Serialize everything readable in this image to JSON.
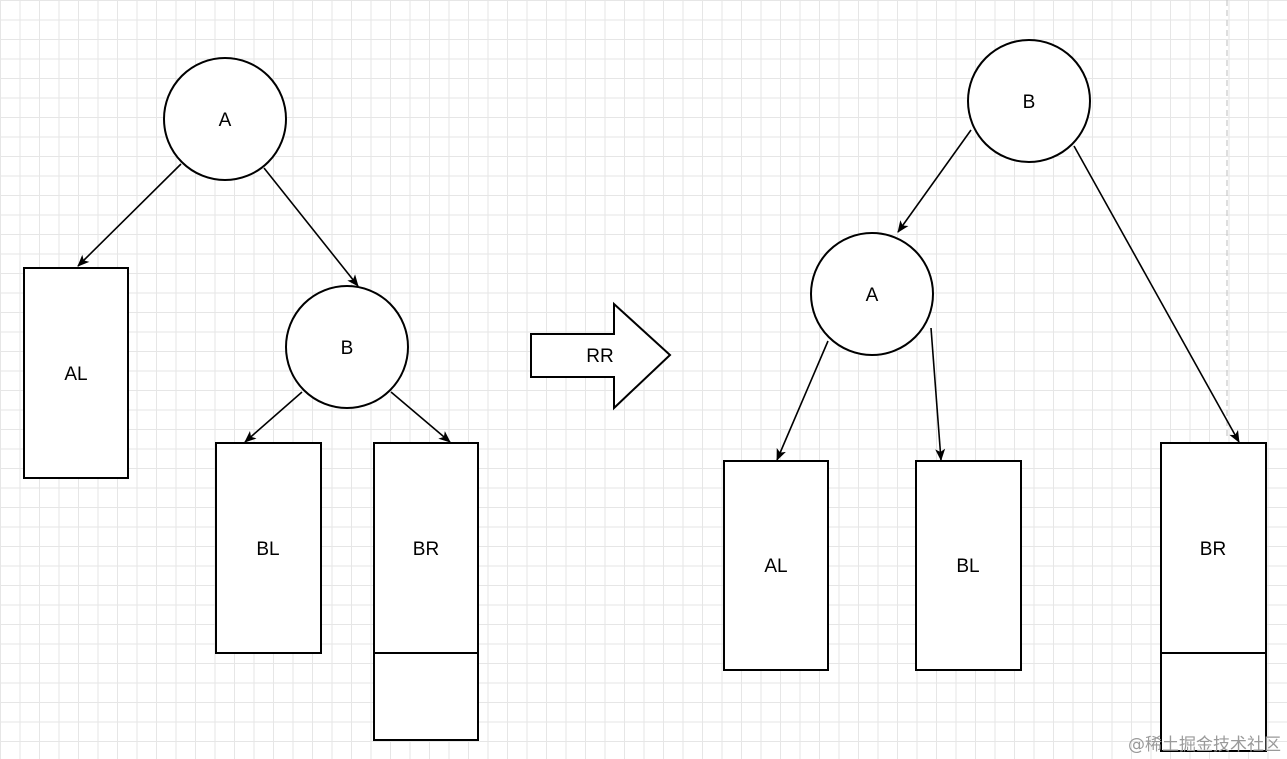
{
  "nodes": {
    "left_a": "A",
    "left_b": "B",
    "left_al": "AL",
    "left_bl": "BL",
    "left_br": "BR",
    "right_b": "B",
    "right_a": "A",
    "right_al": "AL",
    "right_bl": "BL",
    "right_br": "BR"
  },
  "transform_arrow": {
    "label": "RR"
  },
  "watermark": "@稀土掘金技术社区"
}
